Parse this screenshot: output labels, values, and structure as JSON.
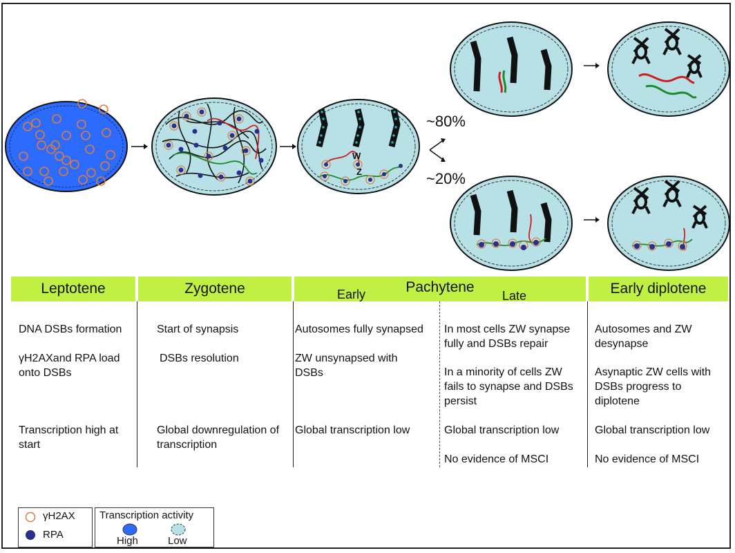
{
  "diagram": {
    "percent_top": "~80%",
    "percent_bottom": "~20%",
    "label_w": "W",
    "label_z": "Z"
  },
  "colors": {
    "high_nucleus": "#2d6bff",
    "low_nucleus": "#b7e1e6",
    "stage_header": "#bff043",
    "gamma_h2ax_ring": "#e07b3a",
    "rpa_dot": "#2b2f8c",
    "chromosome_w": "#cc1f1f",
    "chromosome_z": "#1e8a2a",
    "chromatin": "#111111",
    "axis_spots": "#1fb3b3"
  },
  "stages": {
    "leptotene": "Leptotene",
    "zygotene": "Zygotene",
    "pachytene": "Pachytene",
    "early": "Early",
    "late": "Late",
    "early_diplotene": "Early diplotene"
  },
  "rows": {
    "leptotene": {
      "r1": "DNA DSBs formation",
      "r2": "γH2AXand RPA load onto DSBs",
      "r3": "Transcription high at start"
    },
    "zygotene": {
      "r1": "Start of synapsis",
      "r2": "DSBs resolution",
      "r3": "Global downregulation of transcription"
    },
    "pachytene_early": {
      "r1": "Autosomes fully synapsed",
      "r2": "ZW unsynapsed with DSBs",
      "r3": "Global transcription low"
    },
    "pachytene_late": {
      "r1": "In most cells ZW synapse fully and DSBs repair",
      "r2": "In a minority of cells ZW fails to synapse and DSBs persist",
      "r3": "Global transcription low",
      "r4": "No evidence of MSCI"
    },
    "early_diplotene": {
      "r1": "Autosomes and ZW desynapse",
      "r2": "Asynaptic ZW cells with DSBs progress to diplotene",
      "r3": "Global transcription low",
      "r4": "No evidence of MSCI"
    }
  },
  "legend": {
    "gamma_h2ax": "γH2AX",
    "rpa": "RPA",
    "transcription_activity": "Transcription  activity",
    "high": "High",
    "low": "Low"
  }
}
